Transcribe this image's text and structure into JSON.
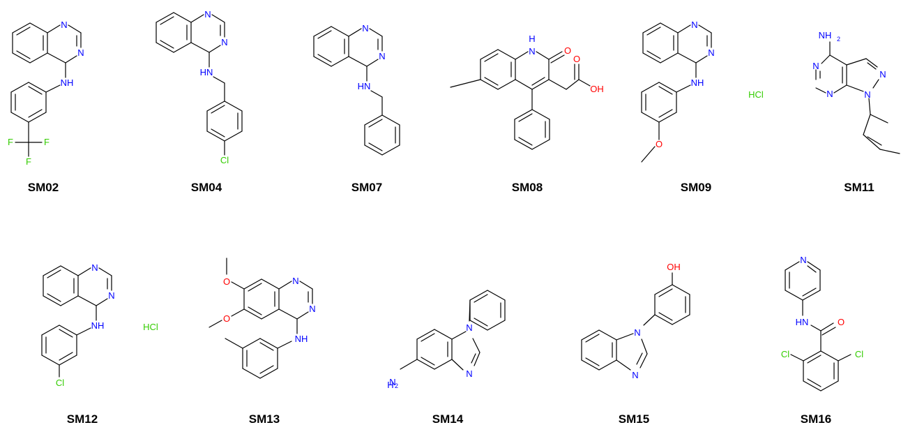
{
  "colors": {
    "bond": "#000000",
    "nitrogen": "#0000ff",
    "oxygen": "#ff0000",
    "halogen": "#33cc00",
    "label": "#000000"
  },
  "molecules": [
    {
      "id": "SM02",
      "texts": [
        "N",
        "N",
        "NH",
        "F",
        "F",
        "F"
      ]
    },
    {
      "id": "SM04",
      "texts": [
        "N",
        "N",
        "HN",
        "Cl"
      ]
    },
    {
      "id": "SM07",
      "texts": [
        "N",
        "N",
        "HN"
      ]
    },
    {
      "id": "SM08",
      "texts": [
        "H",
        "N",
        "O",
        "O",
        "OH"
      ]
    },
    {
      "id": "SM09",
      "texts": [
        "N",
        "N",
        "NH",
        "O",
        "HCl"
      ]
    },
    {
      "id": "SM11",
      "texts": [
        "NH",
        "2",
        "N",
        "N",
        "N",
        "N"
      ]
    },
    {
      "id": "SM12",
      "texts": [
        "N",
        "N",
        "NH",
        "Cl",
        "HCl"
      ]
    },
    {
      "id": "SM13",
      "texts": [
        "O",
        "O",
        "N",
        "N",
        "NH"
      ]
    },
    {
      "id": "SM14",
      "texts": [
        "N",
        "N",
        "H",
        "2",
        "N"
      ]
    },
    {
      "id": "SM15",
      "texts": [
        "OH",
        "N",
        "N"
      ]
    },
    {
      "id": "SM16",
      "texts": [
        "N",
        "HN",
        "O",
        "Cl",
        "Cl"
      ]
    }
  ]
}
